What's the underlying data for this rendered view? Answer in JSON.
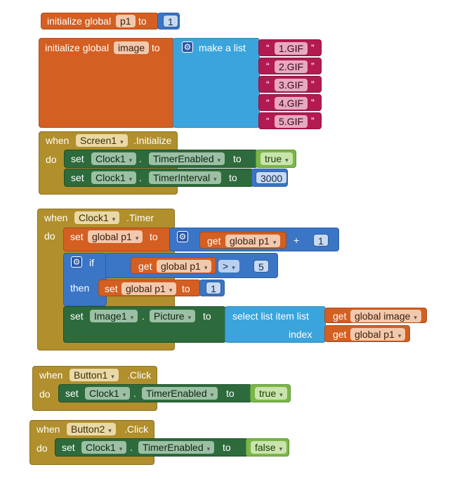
{
  "b1": {
    "init": "initialize global",
    "var": "p1",
    "to": "to",
    "val": "1"
  },
  "b2": {
    "init": "initialize global",
    "var": "image",
    "to": "to",
    "make_list": "make a list",
    "items": [
      "1.GIF",
      "2.GIF",
      "3.GIF",
      "4.GIF",
      "5.GIF"
    ],
    "q": "“",
    "qc": "”"
  },
  "b3": {
    "when": "when",
    "comp": "Screen1",
    "event": ".Initialize",
    "do": "do",
    "set": "set",
    "comp1": "Clock1",
    "dot": ".",
    "prop1": "TimerEnabled",
    "to": "to",
    "val1": "true",
    "prop2": "TimerInterval",
    "val2": "3000"
  },
  "b4": {
    "when": "when",
    "comp": "Clock1",
    "event": ".Timer",
    "do": "do",
    "set": "set",
    "gvar": "global p1",
    "to": "to",
    "get": "get",
    "plus": "+",
    "one": "1",
    "if": "if",
    "gt": ">",
    "five": "5",
    "then": "then",
    "img": "Image1",
    "picture": "Picture",
    "dot": ".",
    "select": "select list item  list",
    "gimage": "global image",
    "index": "index"
  },
  "b5": {
    "when": "when",
    "comp": "Button1",
    "event": ".Click",
    "do": "do",
    "set": "set",
    "clock": "Clock1",
    "dot": ".",
    "prop": "TimerEnabled",
    "to": "to",
    "val": "true"
  },
  "b6": {
    "when": "when",
    "comp": "Button2",
    "event": ".Click",
    "do": "do",
    "set": "set",
    "clock": "Clock1",
    "dot": ".",
    "prop": "TimerEnabled",
    "to": "to",
    "val": "false"
  },
  "icons": {
    "dropdown": "▾",
    "gear": "⚙"
  }
}
